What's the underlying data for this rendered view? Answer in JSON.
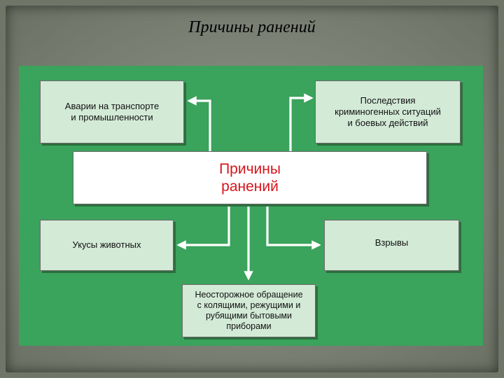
{
  "slide": {
    "title": "Причины ранений"
  },
  "diagram": {
    "center": {
      "line1": "Причины",
      "line2": "ранений"
    },
    "boxes": {
      "accidents": "Аварии на транспорте\nи промышленности",
      "criminal": "Последствия\nкриминогенных ситуаций\nи боевых действий",
      "animal_bites": "Укусы животных",
      "explosions": "Взрывы",
      "careless_handling": "Неосторожное обращение\nс колящими, режущими и\nрубящими бытовыми\nприборами"
    }
  },
  "colors": {
    "panel": "#3aa35c",
    "box_fill": "#d3ead7",
    "center_text": "#d8151b",
    "connector": "#ffffff"
  }
}
